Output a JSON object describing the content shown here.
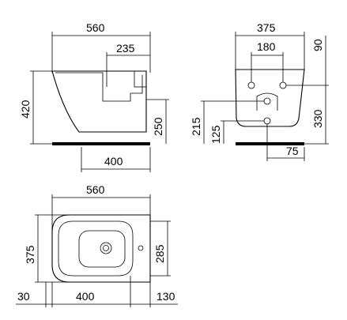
{
  "side_view": {
    "overall_width": "560",
    "pipe_offset": "235",
    "overall_height": "420",
    "pipe_height": "250",
    "mount_width": "400"
  },
  "front_view": {
    "overall_width": "375",
    "bolt_spacing": "180",
    "top_offset": "90",
    "bolt_height": "330",
    "supply_height": "215",
    "drain_height": "125",
    "drain_offset": "75"
  },
  "top_view": {
    "overall_width": "560",
    "overall_depth": "375",
    "bowl_depth": "285",
    "wall_gap": "30",
    "mount_width": "400",
    "front_overhang": "130"
  }
}
